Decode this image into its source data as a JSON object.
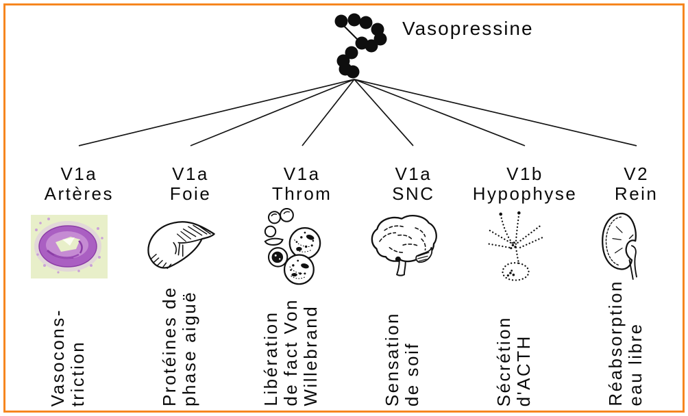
{
  "title": "Vasopressine",
  "molecule_icon": "vasopressine-peptide-molecule",
  "colors": {
    "frame_border": "#F6861F",
    "text": "#0A0A0A",
    "line": "#151515",
    "histology_purple": "#AA5FC2",
    "histology_background": "#E8EFC9"
  },
  "columns": [
    {
      "receptor": "V1a",
      "target": "Artères",
      "image": "artery-histology",
      "effect_lines": [
        "Vasocons-",
        "triction"
      ]
    },
    {
      "receptor": "V1a",
      "target": "Foie",
      "image": "liver-drawing",
      "effect_lines": [
        "Protéines de",
        "phase aiguë"
      ]
    },
    {
      "receptor": "V1a",
      "target": "Throm",
      "image": "platelets-drawing",
      "effect_lines": [
        "Libération",
        "de fact Von",
        "Willebrand"
      ]
    },
    {
      "receptor": "V1a",
      "target": "SNC",
      "image": "brain-drawing",
      "effect_lines": [
        "Sensation",
        "de soif"
      ]
    },
    {
      "receptor": "V1b",
      "target": "Hypophyse",
      "image": "pituitary-drawing",
      "effect_lines": [
        "Sécrétion",
        "d'ACTH"
      ]
    },
    {
      "receptor": "V2",
      "target": "Rein",
      "image": "kidney-drawing",
      "effect_lines": [
        "Réabsorption",
        "eau libre"
      ]
    }
  ]
}
